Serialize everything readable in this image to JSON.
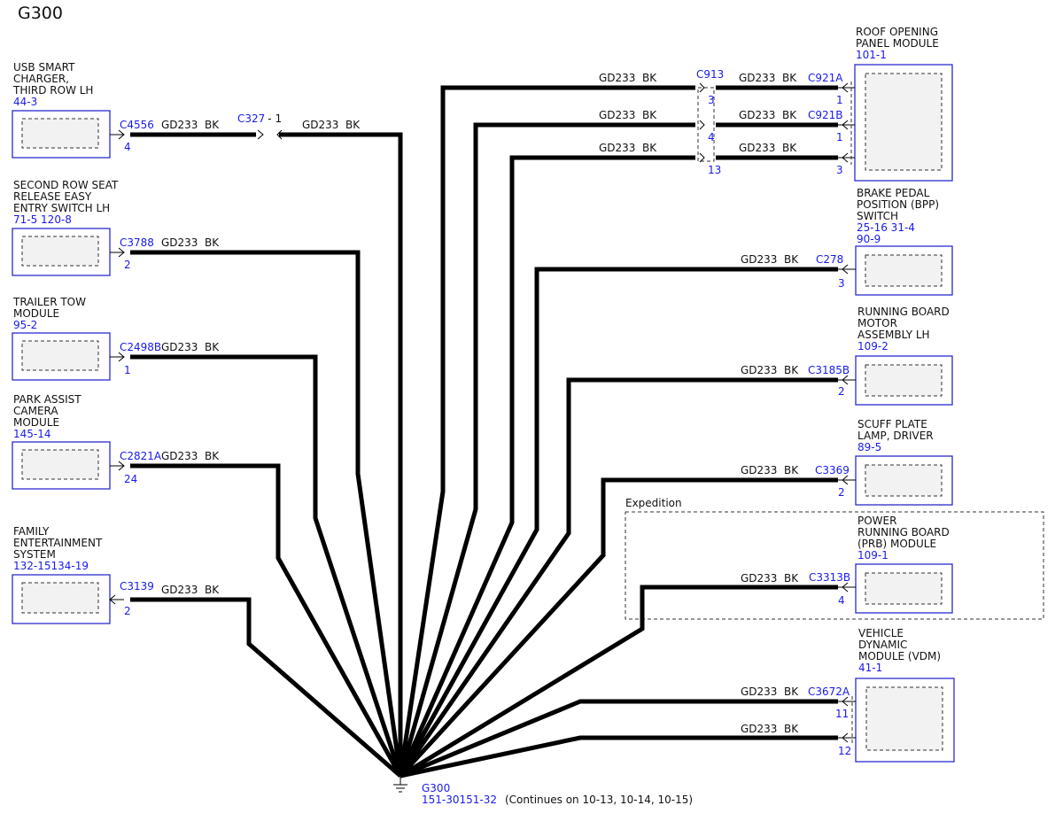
{
  "title": "G300",
  "wire_label": "GD233",
  "wire_color": "BK",
  "ground": {
    "id": "G300",
    "pages": "151-30151-32",
    "note": "(Continues on 10-13, 10-14, 10-15)"
  },
  "expedition_label": "Expedition",
  "inline_connectors": {
    "c327": {
      "id": "C327",
      "pin": "- 1"
    },
    "c913": {
      "id": "C913",
      "pins": [
        "3",
        "4",
        "13"
      ]
    }
  },
  "left_components": [
    {
      "name": [
        "USB SMART",
        "CHARGER,",
        "THIRD ROW LH"
      ],
      "ref": "44-3",
      "connector": "C4556",
      "pin": "4"
    },
    {
      "name": [
        "SECOND ROW SEAT",
        "RELEASE EASY",
        "ENTRY SWITCH LH"
      ],
      "ref": "71-5   120-8",
      "connector": "C3788",
      "pin": "2"
    },
    {
      "name": [
        "TRAILER TOW",
        "MODULE"
      ],
      "ref": "95-2",
      "connector": "C2498B",
      "pin": "1"
    },
    {
      "name": [
        "PARK ASSIST",
        "CAMERA",
        "MODULE"
      ],
      "ref": "145-14",
      "connector": "C2821A",
      "pin": "24"
    },
    {
      "name": [
        "FAMILY",
        "ENTERTAINMENT",
        "SYSTEM"
      ],
      "ref": "132-15134-19",
      "connector": "C3139",
      "pin": "2"
    }
  ],
  "right_components": [
    {
      "name": [
        "ROOF OPENING",
        "PANEL MODULE"
      ],
      "ref": [
        "101-1"
      ],
      "connectors": [
        "C921A",
        "C921B",
        ""
      ],
      "pins": [
        "1",
        "1",
        "3"
      ]
    },
    {
      "name": [
        "BRAKE PEDAL",
        "POSITION (BPP)",
        "SWITCH"
      ],
      "ref": [
        "25-16 31-4",
        "90-9"
      ],
      "connectors": [
        "C278"
      ],
      "pins": [
        "3"
      ]
    },
    {
      "name": [
        "RUNNING BOARD",
        "MOTOR",
        "ASSEMBLY LH"
      ],
      "ref": [
        "109-2"
      ],
      "connectors": [
        "C3185B"
      ],
      "pins": [
        "2"
      ]
    },
    {
      "name": [
        "SCUFF PLATE",
        "LAMP, DRIVER"
      ],
      "ref": [
        "89-5"
      ],
      "connectors": [
        "C3369"
      ],
      "pins": [
        "2"
      ]
    },
    {
      "name": [
        "POWER",
        "RUNNING BOARD",
        "(PRB) MODULE"
      ],
      "ref": [
        "109-1"
      ],
      "connectors": [
        "C3313B"
      ],
      "pins": [
        "4"
      ]
    },
    {
      "name": [
        "VEHICLE",
        "DYNAMIC",
        "MODULE (VDM)"
      ],
      "ref": [
        "41-1"
      ],
      "connectors": [
        "C3672A",
        ""
      ],
      "pins": [
        "11",
        "12"
      ]
    }
  ]
}
